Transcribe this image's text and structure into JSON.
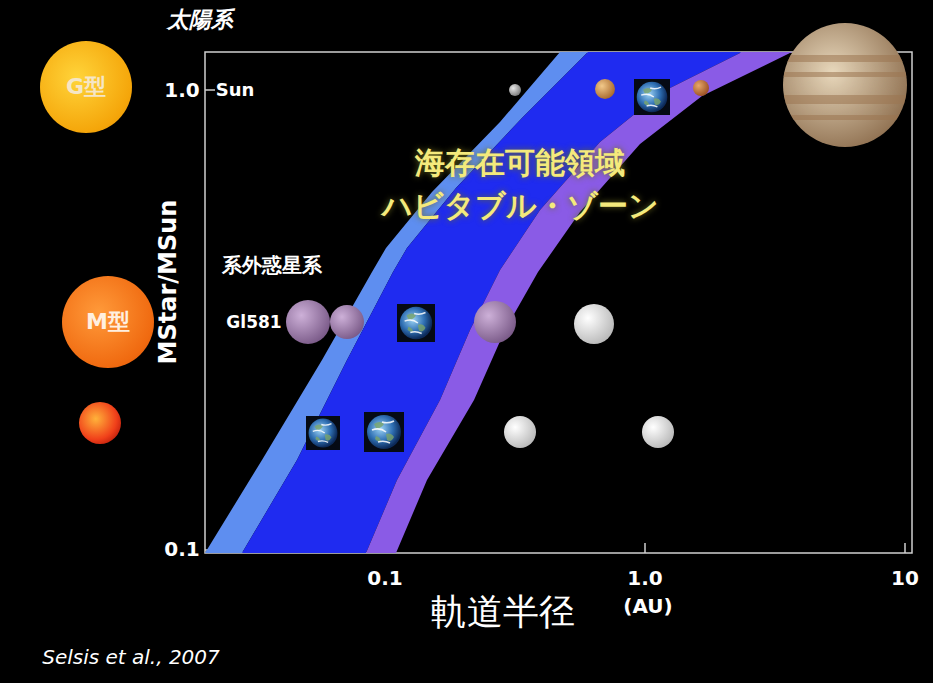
{
  "diagram": {
    "nodes": [
      {
        "text": [
          "G型"
        ]
      },
      {
        "text": [
          "M型"
        ]
      },
      {
        "text": [
          "海存在可能領域",
          "ハビタブル・ゾーン"
        ]
      },
      {
        "text": [
          "系外惑星系"
        ]
      }
    ],
    "edges": [],
    "labels": [
      "太陽系",
      "1.0",
      "Sun",
      "MStar/MSun",
      "Gl581",
      "0.1",
      "0.1",
      "1.0",
      "10",
      "軌道半径",
      "(AU)",
      "Selsis et al., 2007"
    ]
  }
}
